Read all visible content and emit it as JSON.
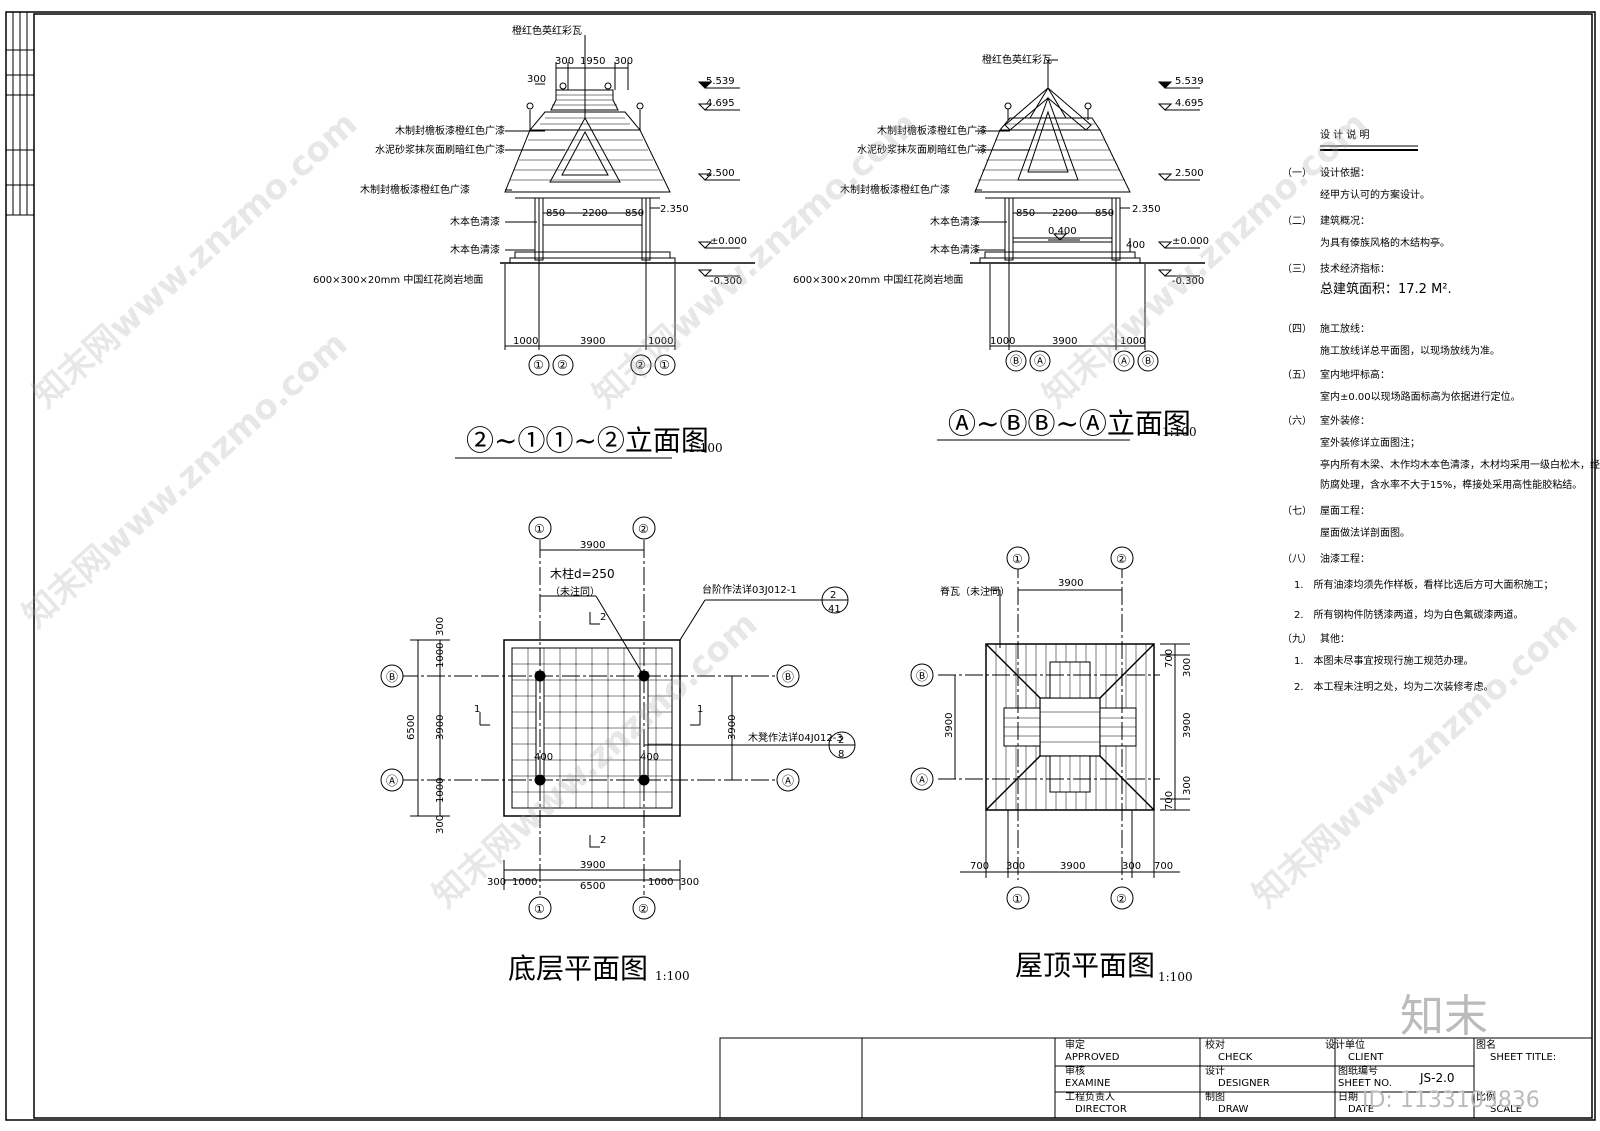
{
  "elevation1": {
    "title": "②~①①~②立面图",
    "scale": "1:100",
    "labels": [
      "橙红色英红彩瓦",
      "木制封檐板漆橙红色广漆",
      "水泥砂浆抹灰面刷暗红色广漆",
      "木制封檐板漆橙红色广漆",
      "木本色清漆",
      "木本色清漆",
      "600×300×20mm 中国红花岗岩地面"
    ],
    "top_dims": [
      "300",
      "1950",
      "300",
      "300"
    ],
    "levels": [
      "5.539",
      "4.695",
      "2.500",
      "2.350",
      "±0.000",
      "-0.300"
    ],
    "inner_dims": [
      "850",
      "2200",
      "850"
    ],
    "bottom_dims": [
      "1000",
      "3900",
      "1000"
    ],
    "axes": [
      "①",
      "②",
      "②",
      "①"
    ]
  },
  "elevation2": {
    "title": "Ⓐ~ⒷⒷ~Ⓐ立面图",
    "scale": "1:100",
    "labels": [
      "橙红色英红彩瓦",
      "木制封檐板漆橙红色广漆",
      "水泥砂浆抹灰面刷暗红色广漆",
      "木制封檐板漆橙红色广漆",
      "木本色清漆",
      "木本色清漆",
      "600×300×20mm 中国红花岗岩地面"
    ],
    "levels": [
      "5.539",
      "4.695",
      "2.500",
      "2.350",
      "±0.000",
      "-0.300",
      "0.400",
      "400"
    ],
    "inner_dims": [
      "850",
      "2200",
      "850"
    ],
    "bottom_dims": [
      "1000",
      "3900",
      "1000"
    ],
    "axes": [
      "Ⓑ",
      "Ⓐ",
      "Ⓐ",
      "Ⓑ"
    ]
  },
  "ground_plan": {
    "title": "底层平面图",
    "scale": "1:100",
    "column_note": "木柱d=250",
    "column_note2": "（未注同）",
    "step_note": "台阶作法详03J012-1",
    "step_ref": [
      "2",
      "41"
    ],
    "bench_note": "木凳作法详04J012-3",
    "bench_ref": [
      "2",
      "8"
    ],
    "top_dim": "3900",
    "left_dims": [
      "300",
      "1000",
      "3900",
      "1000",
      "300"
    ],
    "left_total": "6500",
    "right_dim": "3900",
    "inner_dims": [
      "400",
      "400"
    ],
    "bottom_dims": [
      "300",
      "1000",
      "3900",
      "1000",
      "300"
    ],
    "bottom_total": "6500",
    "section_marks": [
      "1",
      "1",
      "2",
      "2"
    ],
    "axes_h": [
      "Ⓑ",
      "Ⓐ",
      "Ⓑ",
      "Ⓐ"
    ],
    "axes_v": [
      "①",
      "②",
      "①",
      "②"
    ]
  },
  "roof_plan": {
    "title": "屋顶平面图",
    "scale": "1:100",
    "ridge_note": "脊瓦（未注同）",
    "top_dim": "3900",
    "left_dim": "3900",
    "right_dims": [
      "700",
      "300",
      "3900",
      "300",
      "700"
    ],
    "bottom_dims": [
      "700",
      "300",
      "3900",
      "300",
      "700"
    ],
    "axes_v": [
      "①",
      "②",
      "①",
      "②"
    ],
    "axes_h": [
      "Ⓑ",
      "Ⓐ"
    ]
  },
  "notes": {
    "heading": "设 计 说 明",
    "items": [
      {
        "num": "（一）",
        "title": "设计依据：",
        "lines": [
          "经甲方认可的方案设计。"
        ]
      },
      {
        "num": "（二）",
        "title": "建筑概况：",
        "lines": [
          "为具有傣族风格的木结构亭。"
        ]
      },
      {
        "num": "（三）",
        "title": "技术经济指标：",
        "lines": [
          "总建筑面积：17.2 M²."
        ]
      },
      {
        "num": "（四）",
        "title": "施工放线：",
        "lines": [
          "施工放线详总平面图，以现场放线为准。"
        ]
      },
      {
        "num": "（五）",
        "title": "室内地坪标高：",
        "lines": [
          "室内±0.00以现场路面标高为依据进行定位。"
        ]
      },
      {
        "num": "（六）",
        "title": "室外装修：",
        "lines": [
          "室外装修详立面图注；",
          "亭内所有木梁、木作均木本色清漆，木材均采用一级白松木，经",
          "防腐处理，含水率不大于15%，榫接处采用高性能胶粘结。"
        ]
      },
      {
        "num": "（七）",
        "title": "屋面工程：",
        "lines": [
          "屋面做法详剖面图。"
        ]
      },
      {
        "num": "（八）",
        "title": "油漆工程：",
        "lines": [
          "1.　所有油漆均须先作样板，看样比选后方可大面积施工；",
          "2.　所有钢构件防锈漆两道，均为白色氟碳漆两道。"
        ]
      },
      {
        "num": "（九）",
        "title": "其他：",
        "lines": [
          "1.　本图未尽事宜按现行施工规范办理。",
          "2.　本工程未注明之处，均为二次装修考虑。"
        ]
      }
    ]
  },
  "title_block": {
    "approved_cn": "审定",
    "approved_en": "APPROVED",
    "check_cn": "校对",
    "check_en": "CHECK",
    "client_cn": "设计单位",
    "client_en": "CLIENT",
    "sheet_title_cn": "图名",
    "sheet_title_en": "SHEET TITLE:",
    "examine_cn": "审核",
    "examine_en": "EXAMINE",
    "designer_cn": "设计",
    "designer_en": "DESIGNER",
    "sheet_no_cn": "图纸编号",
    "sheet_no_en": "SHEET NO.",
    "sheet_no": "JS-2.0",
    "director_cn": "工程负责人",
    "director_en": "DIRECTOR",
    "draw_cn": "制图",
    "draw_en": "DRAW",
    "date_cn": "日期",
    "date_en": "DATE",
    "scale_cn": "比例",
    "scale_en": "SCALE"
  },
  "watermark": {
    "text": "知末网www.znzmo.com",
    "logo": "知末",
    "id": "ID: 1133103836"
  }
}
